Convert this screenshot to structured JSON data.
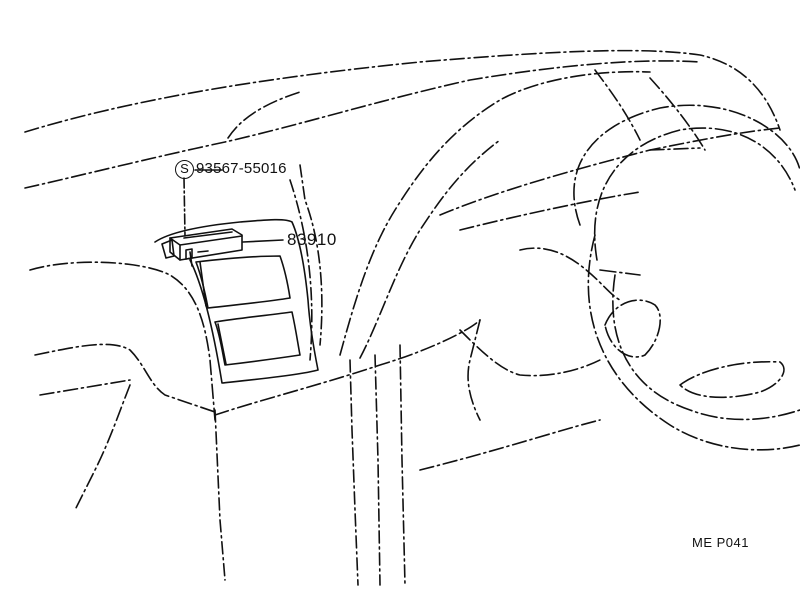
{
  "callouts": {
    "symbol": "S",
    "part_bolt": "93567-55016",
    "part_unit": "83910"
  },
  "figure_code": "ME P041",
  "colors": {
    "line": "#111111",
    "background": "#ffffff"
  }
}
